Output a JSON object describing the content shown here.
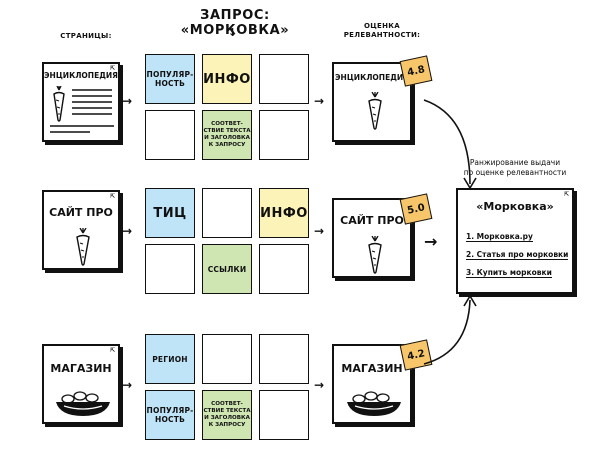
{
  "header": {
    "query_title": "ЗАПРОС: «МОРКОВКА»",
    "pages_label": "СТРАНИЦЫ:",
    "relevance_label": "ОЦЕНКА\nРЕЛЕВАНТНОСТИ:"
  },
  "rows": [
    {
      "page_title": "ЭНЦИКЛОПЕДИЯ",
      "result_title": "ЭНЦИКЛОПЕДИЯ",
      "score": "4.8",
      "cells": [
        {
          "text": "ПОПУЛЯР-\nНОСТЬ",
          "color": "#bfe3f7"
        },
        {
          "text": "ИНФО",
          "color": "#fbf3b8"
        },
        {
          "text": "",
          "color": "#ffffff"
        },
        {
          "text": "",
          "color": "#ffffff"
        },
        {
          "text": "СООТВЕТ-\nСТВИЕ ТЕКСТА\nИ ЗАГОЛОВКА\nК ЗАПРОСУ",
          "color": "#cfe6b3"
        },
        {
          "text": "",
          "color": "#ffffff"
        }
      ]
    },
    {
      "page_title": "САЙТ ПРО",
      "result_title": "САЙТ ПРО",
      "score": "5.0",
      "cells": [
        {
          "text": "ТИЦ",
          "color": "#bfe3f7"
        },
        {
          "text": "",
          "color": "#ffffff"
        },
        {
          "text": "ИНФО",
          "color": "#fbf3b8"
        },
        {
          "text": "",
          "color": "#ffffff"
        },
        {
          "text": "ССЫЛКИ",
          "color": "#cfe6b3"
        },
        {
          "text": "",
          "color": "#ffffff"
        }
      ]
    },
    {
      "page_title": "МАГАЗИН",
      "result_title": "МАГАЗИН",
      "score": "4.2",
      "cells": [
        {
          "text": "РЕГИОН",
          "color": "#bfe3f7"
        },
        {
          "text": "",
          "color": "#ffffff"
        },
        {
          "text": "",
          "color": "#ffffff"
        },
        {
          "text": "ПОПУЛЯР-\nНОСТЬ",
          "color": "#bfe3f7"
        },
        {
          "text": "СООТВЕТ-\nСТВИЕ ТЕКСТА\nИ ЗАГОЛОВКА\nК ЗАПРОСУ",
          "color": "#cfe6b3"
        },
        {
          "text": "",
          "color": "#ffffff"
        }
      ]
    }
  ],
  "ranking": {
    "caption": "Ранжирование выдачи\nпо оценке релевантности",
    "query": "«Морковка»",
    "items": [
      "1. Морковка.ру",
      "2. Статья про морковки",
      "3. Купить морковки"
    ]
  },
  "colors": {
    "blue": "#bfe3f7",
    "yellow": "#fbf3b8",
    "green": "#cfe6b3",
    "score": "#f7c56a"
  }
}
